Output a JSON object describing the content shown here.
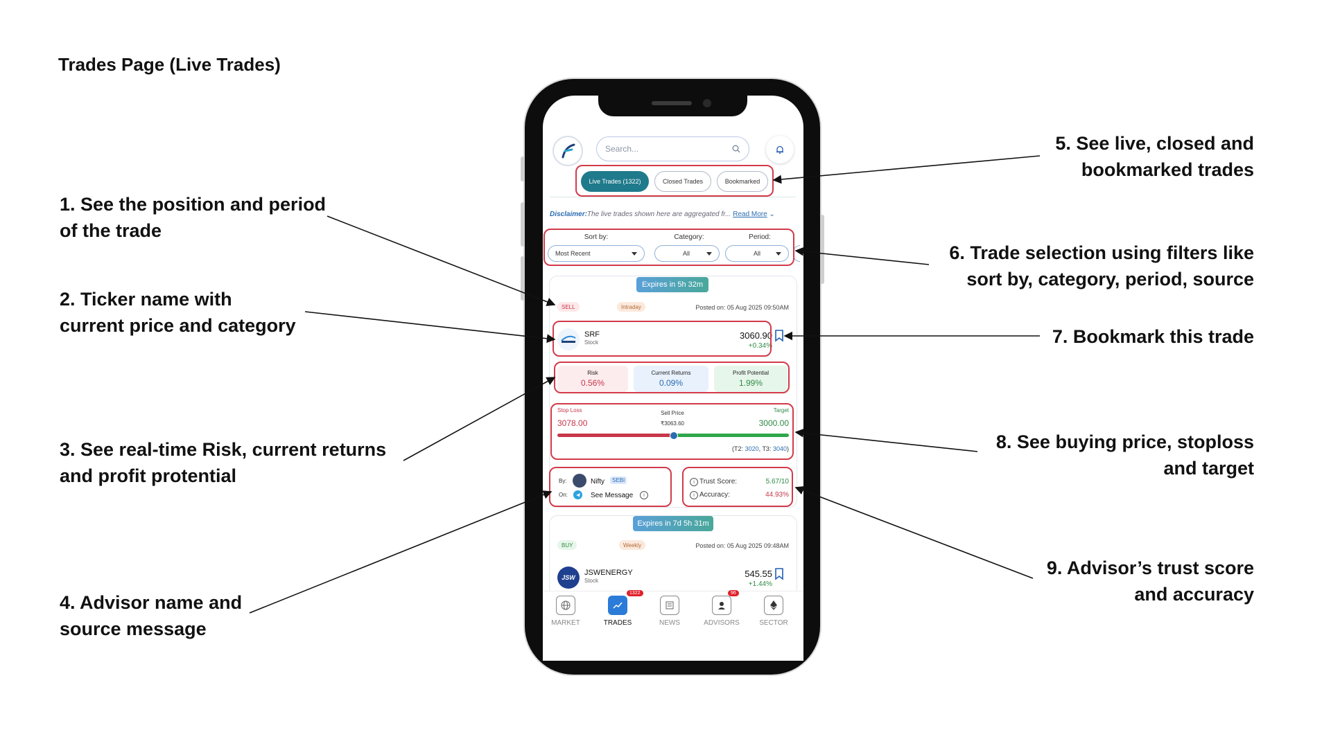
{
  "page_title": "Trades Page (Live Trades)",
  "annotations": {
    "a1": [
      "1. See the position and period",
      "of the trade"
    ],
    "a2": [
      "2. Ticker name with",
      "current price and category"
    ],
    "a3": [
      "3. See real-time Risk, current returns",
      "and profit protential"
    ],
    "a4": [
      "4. Advisor name and",
      "source message"
    ],
    "a5": [
      "5. See live, closed and",
      "bookmarked trades"
    ],
    "a6": [
      "6. Trade selection using filters like",
      "sort by, category, period, source"
    ],
    "a7": [
      "7. Bookmark this trade"
    ],
    "a8": [
      "8. See buying price, stoploss",
      "and target"
    ],
    "a9": [
      "9. Advisor’s trust score",
      "and accuracy"
    ]
  },
  "app": {
    "search_placeholder": "Search...",
    "tabs": [
      "Live Trades (1322)",
      "Closed Trades",
      "Bookmarked"
    ],
    "disclaimer": {
      "label": "Disclaimer:",
      "text": "The live trades shown here are aggregated fr...",
      "more": "Read More"
    },
    "filters": [
      {
        "label": "Sort by:",
        "value": "Most Recent"
      },
      {
        "label": "Category:",
        "value": "All"
      },
      {
        "label": "Period:",
        "value": "All"
      }
    ],
    "trades": [
      {
        "expires": "Expires in 5h 32m",
        "action": "SELL",
        "period": "Intraday",
        "posted": "Posted on: 05 Aug 2025 09:50AM",
        "ticker": "SRF",
        "category": "Stock",
        "price": "3060.90",
        "change": "+0.34%",
        "risk_label": "Risk",
        "risk": "0.56%",
        "returns_label": "Current Returns",
        "returns": "0.09%",
        "potential_label": "Profit Potential",
        "potential": "1.99%",
        "stoploss_label": "Stop Loss",
        "stoploss": "3078.00",
        "entry_label": "Sell Price",
        "entry": "₹3063.60",
        "target_label": "Target",
        "target": "3000.00",
        "progress_marker": 0.5,
        "t2_label": "T2:",
        "t2": "3020",
        "t3_label": "T3:",
        "t3": "3040",
        "by_label": "By:",
        "advisor": "Nifty",
        "advisor_badge": "SEBI",
        "on_label": "On:",
        "source_text": "See Message",
        "trust_label": "Trust Score:",
        "trust": "5.67/10",
        "accuracy_label": "Accuracy:",
        "accuracy": "44.93%"
      },
      {
        "expires": "Expires in 7d 5h 31m",
        "action": "BUY",
        "period": "Weekly",
        "posted": "Posted on: 05 Aug 2025 09:48AM",
        "ticker": "JSWENERGY",
        "category": "Stock",
        "logo_text": "JSW",
        "price": "545.55",
        "change": "+1.44%"
      }
    ],
    "nav": [
      {
        "label": "MARKET",
        "icon": "globe-icon"
      },
      {
        "label": "TRADES",
        "icon": "trending-up-icon",
        "badge": "1322"
      },
      {
        "label": "NEWS",
        "icon": "newspaper-icon"
      },
      {
        "label": "ADVISORS",
        "icon": "user-icon",
        "badge": "96"
      },
      {
        "label": "SECTOR",
        "icon": "ethereum-icon"
      }
    ],
    "colors": {
      "accent": "#1f7a8c",
      "highlight": "#d23a4a",
      "positive": "#2f8a45",
      "negative": "#c7374a"
    }
  }
}
